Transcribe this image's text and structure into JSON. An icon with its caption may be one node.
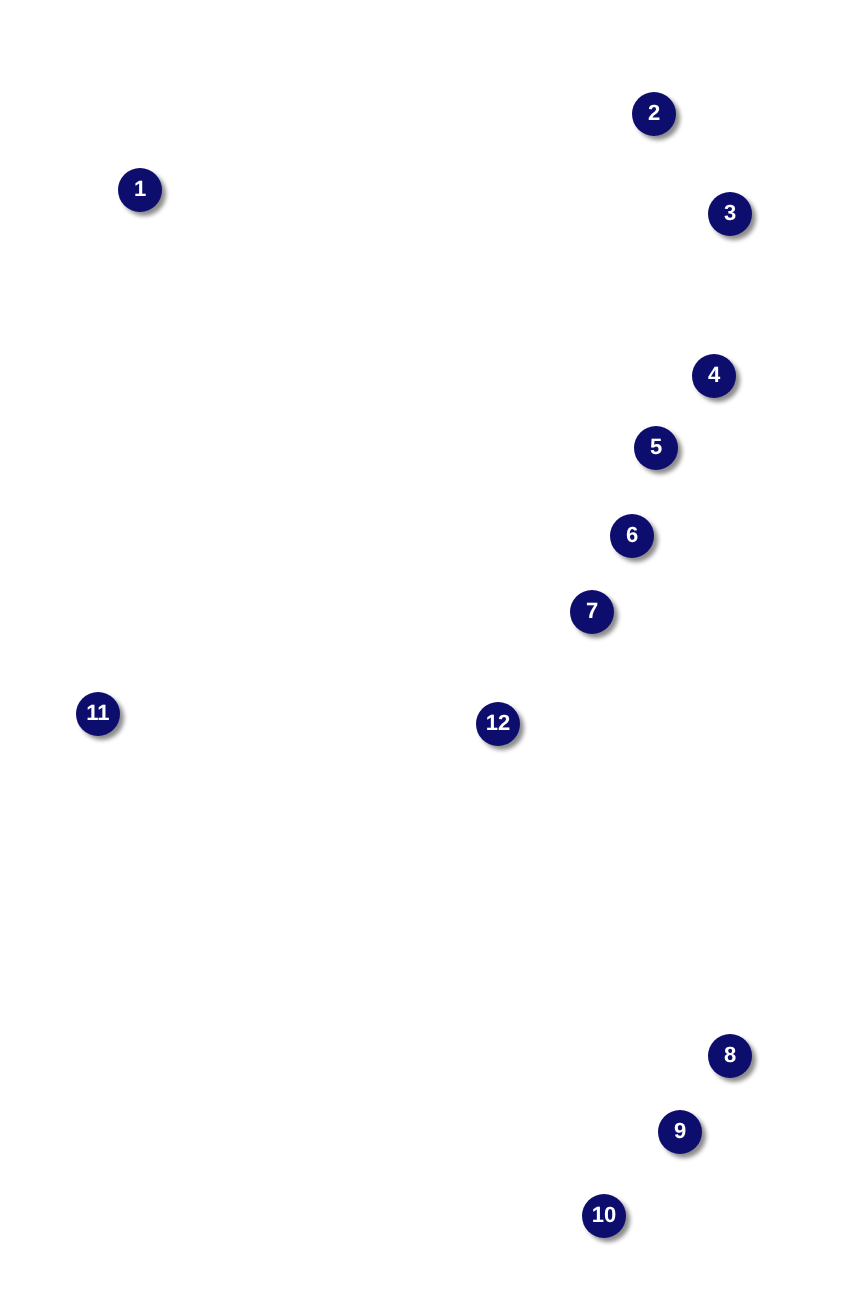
{
  "diagram": {
    "labels": [
      "2",
      "1",
      "3",
      "4",
      "5",
      "6",
      "7",
      "11",
      "12",
      "8",
      "9",
      "10"
    ]
  }
}
